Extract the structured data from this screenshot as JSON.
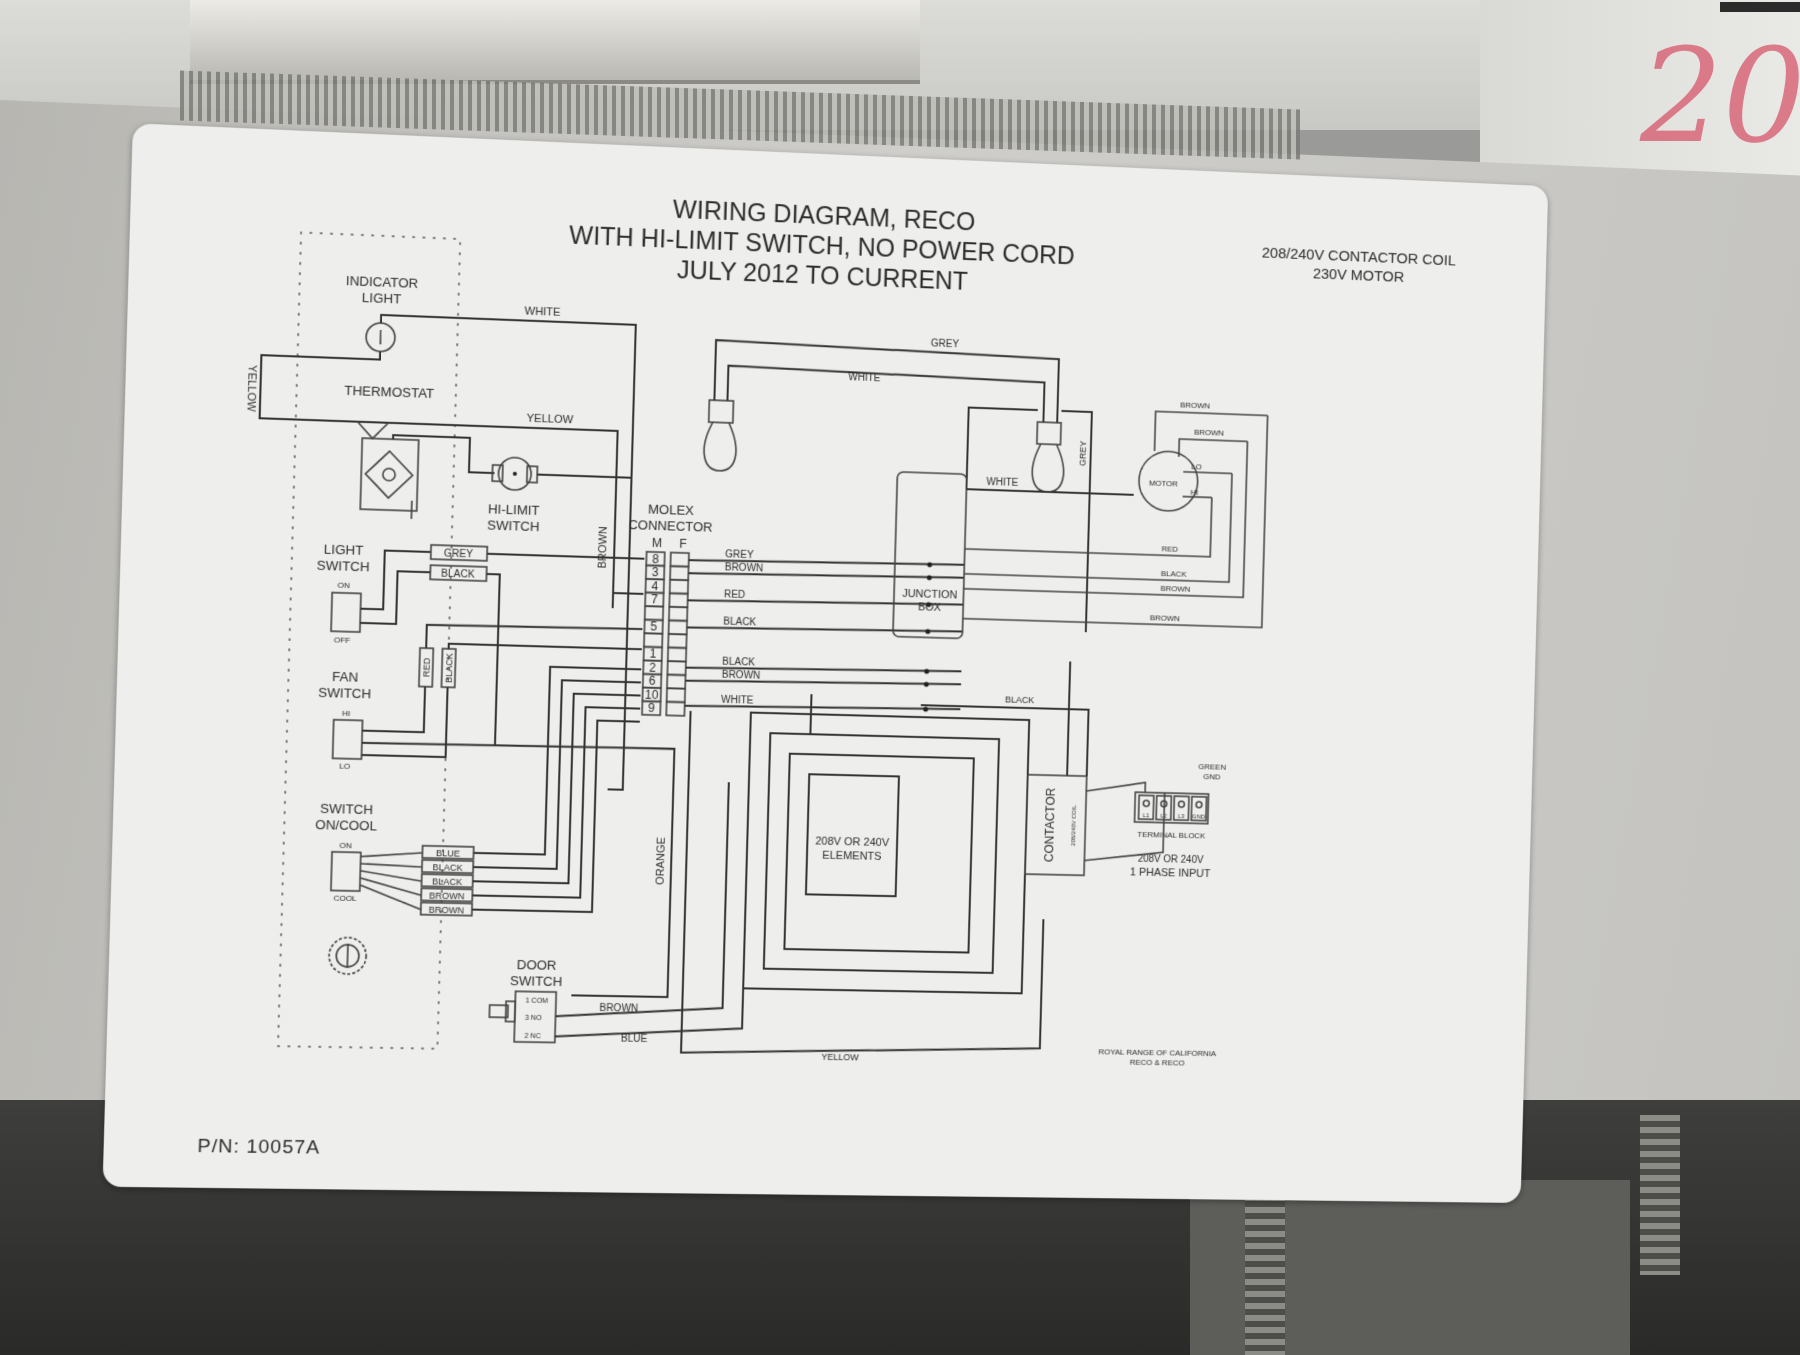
{
  "title": {
    "line1": "WIRING DIAGRAM, RECO",
    "line2": "WITH HI-LIMIT SWITCH, NO POWER CORD",
    "line3": "JULY 2012 TO CURRENT"
  },
  "spec": {
    "line1": "208/240V CONTACTOR COIL",
    "line2": "230V MOTOR"
  },
  "components": {
    "indicator_light": [
      "INDICATOR",
      "LIGHT"
    ],
    "thermostat": "THERMOSTAT",
    "hi_limit": [
      "HI-LIMIT",
      "SWITCH"
    ],
    "light_switch": [
      "LIGHT",
      "SWITCH"
    ],
    "light_switch_on": "ON",
    "light_switch_off": "OFF",
    "fan_switch": [
      "FAN",
      "SWITCH"
    ],
    "fan_hi": "HI",
    "fan_lo": "LO",
    "onoff_switch": [
      "SWITCH",
      "ON/COOL"
    ],
    "onoff_on": "ON",
    "onoff_cool": "COOL",
    "molex": [
      "MOLEX",
      "CONNECTOR"
    ],
    "molex_m": "M",
    "molex_f": "F",
    "molex_pins": [
      "8",
      "3",
      "4",
      "7",
      "",
      "5",
      "",
      "1",
      "2",
      "6",
      "10",
      "9"
    ],
    "door_switch": [
      "DOOR",
      "SWITCH"
    ],
    "door_pins": [
      "1 COM",
      "3 NO",
      "2 NC"
    ],
    "junction_box": [
      "JUNCTION",
      "BOX"
    ],
    "motor": "MOTOR",
    "motor_lo": "LO",
    "motor_hi": "HI",
    "elements": [
      "208V OR 240V",
      "ELEMENTS"
    ],
    "contactor": "CONTACTOR",
    "contactor_coil": "208/240V COIL",
    "terminal_block": "TERMINAL BLOCK",
    "terminals": [
      "L1",
      "L2",
      "L3",
      "GND"
    ],
    "ground": [
      "GREEN",
      "GND"
    ],
    "input": [
      "208V OR 240V",
      "1 PHASE INPUT"
    ]
  },
  "wire_labels": {
    "white_top": "WHITE",
    "yellow_left": "YELLOW",
    "yellow_top": "YELLOW",
    "brown_vert": "BROWN",
    "grey_tag": "GREY",
    "black_tag": "BLACK",
    "red_tag": "RED",
    "black_tag_v": "BLACK",
    "blue_tag": "BLUE",
    "black_tag2": "BLACK",
    "black_tag3": "BLACK",
    "brown_tag1": "BROWN",
    "brown_tag2": "BROWN",
    "orange_vert": "ORANGE",
    "bus_grey": "GREY",
    "bus_brown": "BROWN",
    "bus_red": "RED",
    "bus_black": "BLACK",
    "bus_black2": "BLACK",
    "bus_brown2": "BROWN",
    "bus_white": "WHITE",
    "lamp_grey": "GREY",
    "lamp_white": "WHITE",
    "lamp_grey_vert": "GREY",
    "jb_white": "WHITE",
    "motor_brown1": "BROWN",
    "motor_brown2": "BROWN",
    "motor_red": "RED",
    "motor_black": "BLACK",
    "motor_brown3": "BROWN",
    "motor_brown4": "BROWN",
    "contactor_black": "BLACK",
    "door_brown": "BROWN",
    "door_blue": "BLUE",
    "bottom_yellow": "YELLOW"
  },
  "footer": {
    "part_number": "P/N:  10057A",
    "maker": [
      "ROYAL RANGE OF CALIFORNIA",
      "RECO & RECO"
    ]
  },
  "background": {
    "handwritten": "20"
  }
}
